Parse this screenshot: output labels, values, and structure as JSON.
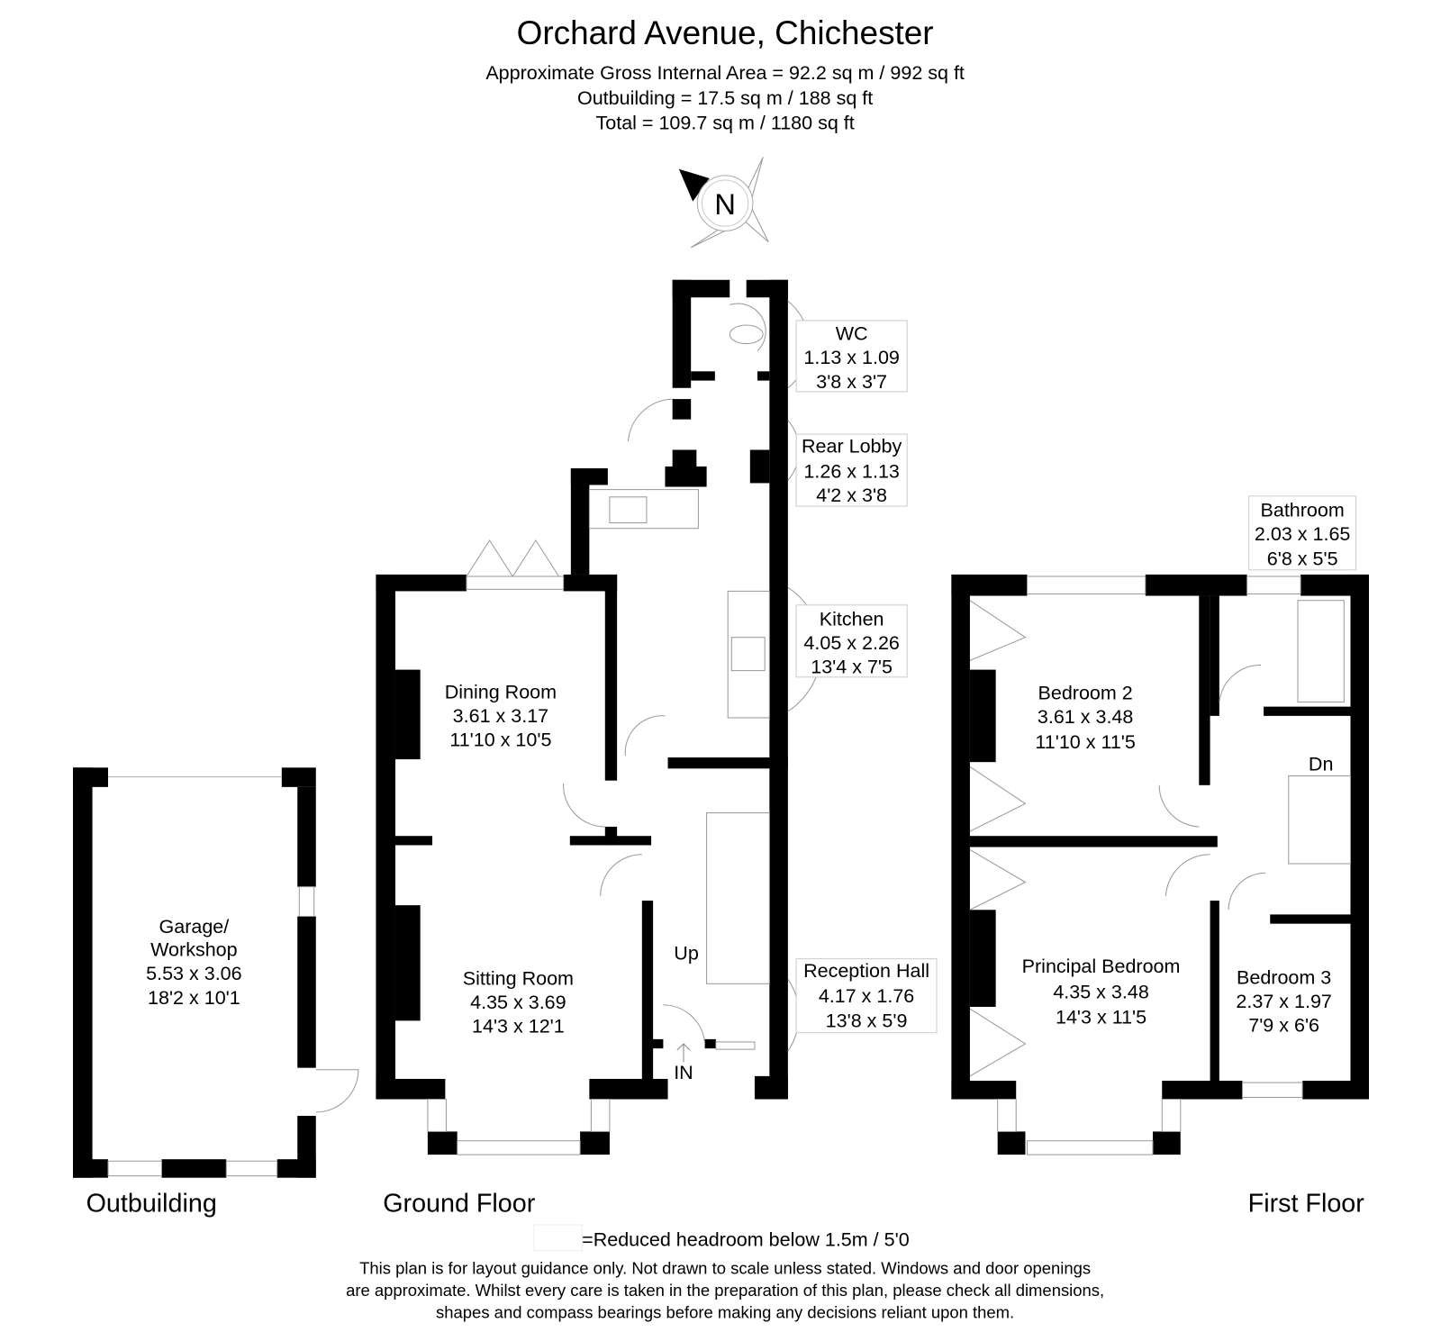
{
  "header": {
    "title": "Orchard Avenue, Chichester",
    "gross_area": "Approximate Gross Internal Area = 92.2 sq m / 992 sq ft",
    "outbuilding_area": "Outbuilding = 17.5 sq m / 188 sq ft",
    "total_area": "Total = 109.7 sq m / 1180 sq ft"
  },
  "compass": {
    "label": "N"
  },
  "floors": {
    "outbuilding": "Outbuilding",
    "ground": "Ground Floor",
    "first": "First Floor"
  },
  "rooms": {
    "wc": {
      "name": "WC",
      "metric": "1.13 x 1.09",
      "imperial": "3'8 x 3'7"
    },
    "rear_lobby": {
      "name": "Rear Lobby",
      "metric": "1.26 x 1.13",
      "imperial": "4'2 x 3'8"
    },
    "kitchen": {
      "name": "Kitchen",
      "metric": "4.05 x 2.26",
      "imperial": "13'4 x 7'5"
    },
    "dining": {
      "name": "Dining Room",
      "metric": "3.61 x 3.17",
      "imperial": "11'10 x 10'5"
    },
    "sitting": {
      "name": "Sitting Room",
      "metric": "4.35 x 3.69",
      "imperial": "14'3 x 12'1"
    },
    "hall": {
      "name": "Reception Hall",
      "metric": "4.17 x 1.76",
      "imperial": "13'8 x 5'9"
    },
    "garage": {
      "name": "Garage/",
      "name2": "Workshop",
      "metric": "5.53 x 3.06",
      "imperial": "18'2 x 10'1"
    },
    "bathroom": {
      "name": "Bathroom",
      "metric": "2.03 x 1.65",
      "imperial": "6'8 x 5'5"
    },
    "bedroom2": {
      "name": "Bedroom 2",
      "metric": "3.61 x 3.48",
      "imperial": "11'10 x 11'5"
    },
    "principal": {
      "name": "Principal Bedroom",
      "metric": "4.35 x 3.48",
      "imperial": "14'3 x 11'5"
    },
    "bedroom3": {
      "name": "Bedroom 3",
      "metric": "2.37 x 1.97",
      "imperial": "7'9 x 6'6"
    }
  },
  "stairs": {
    "up": "Up",
    "down": "Dn",
    "entrance": "IN"
  },
  "footer": {
    "legend": "=Reduced headroom below 1.5m / 5'0",
    "disclaimer_1": "This plan is for layout guidance only. Not drawn to scale unless stated. Windows and door openings",
    "disclaimer_2": "are approximate. Whilst every care is taken in the preparation of this plan, please check all dimensions,",
    "disclaimer_3": "shapes and compass bearings before making any decisions reliant upon them."
  }
}
